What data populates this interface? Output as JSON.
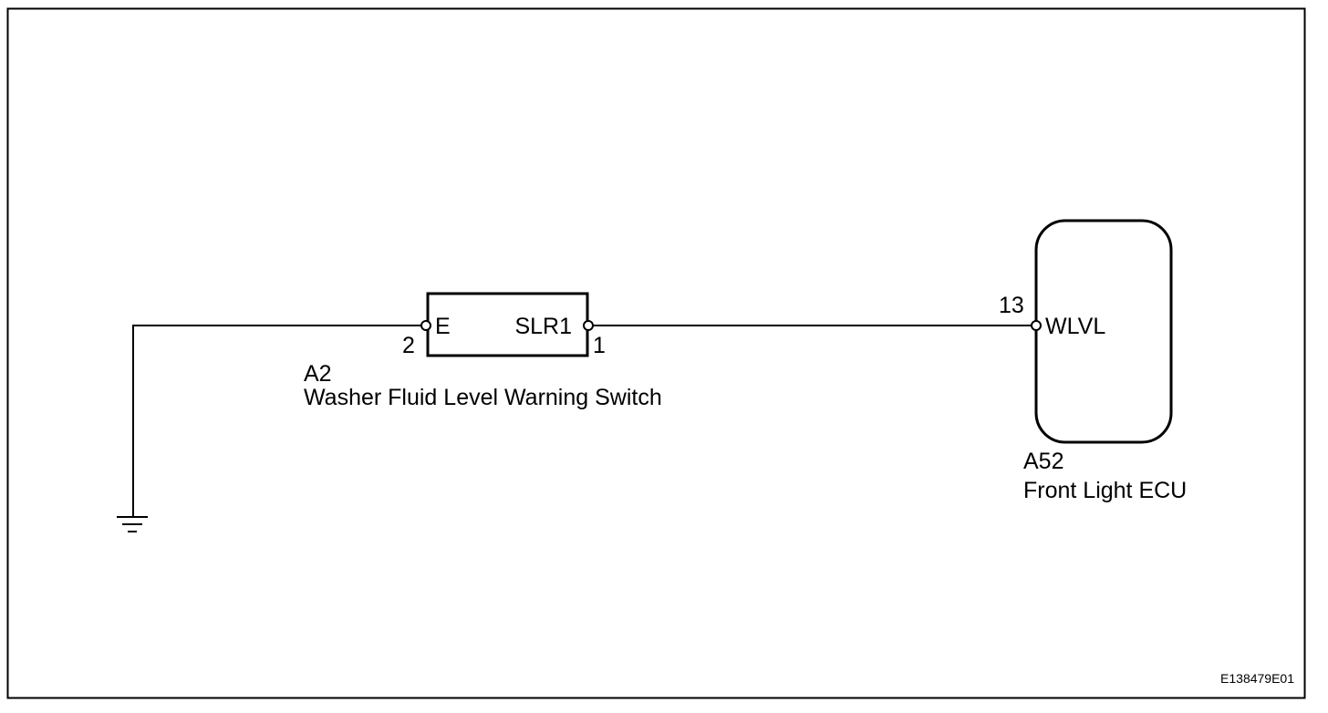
{
  "diagram": {
    "switch": {
      "connector_code": "A2",
      "name": "Washer Fluid Level Warning Switch",
      "terminal_left_name": "E",
      "terminal_left_pin": "2",
      "terminal_right_name": "SLR1",
      "terminal_right_pin": "1"
    },
    "ecu": {
      "connector_code": "A52",
      "name": "Front Light ECU",
      "terminal_name": "WLVL",
      "terminal_pin": "13"
    },
    "figure_id": "E138479E01"
  }
}
